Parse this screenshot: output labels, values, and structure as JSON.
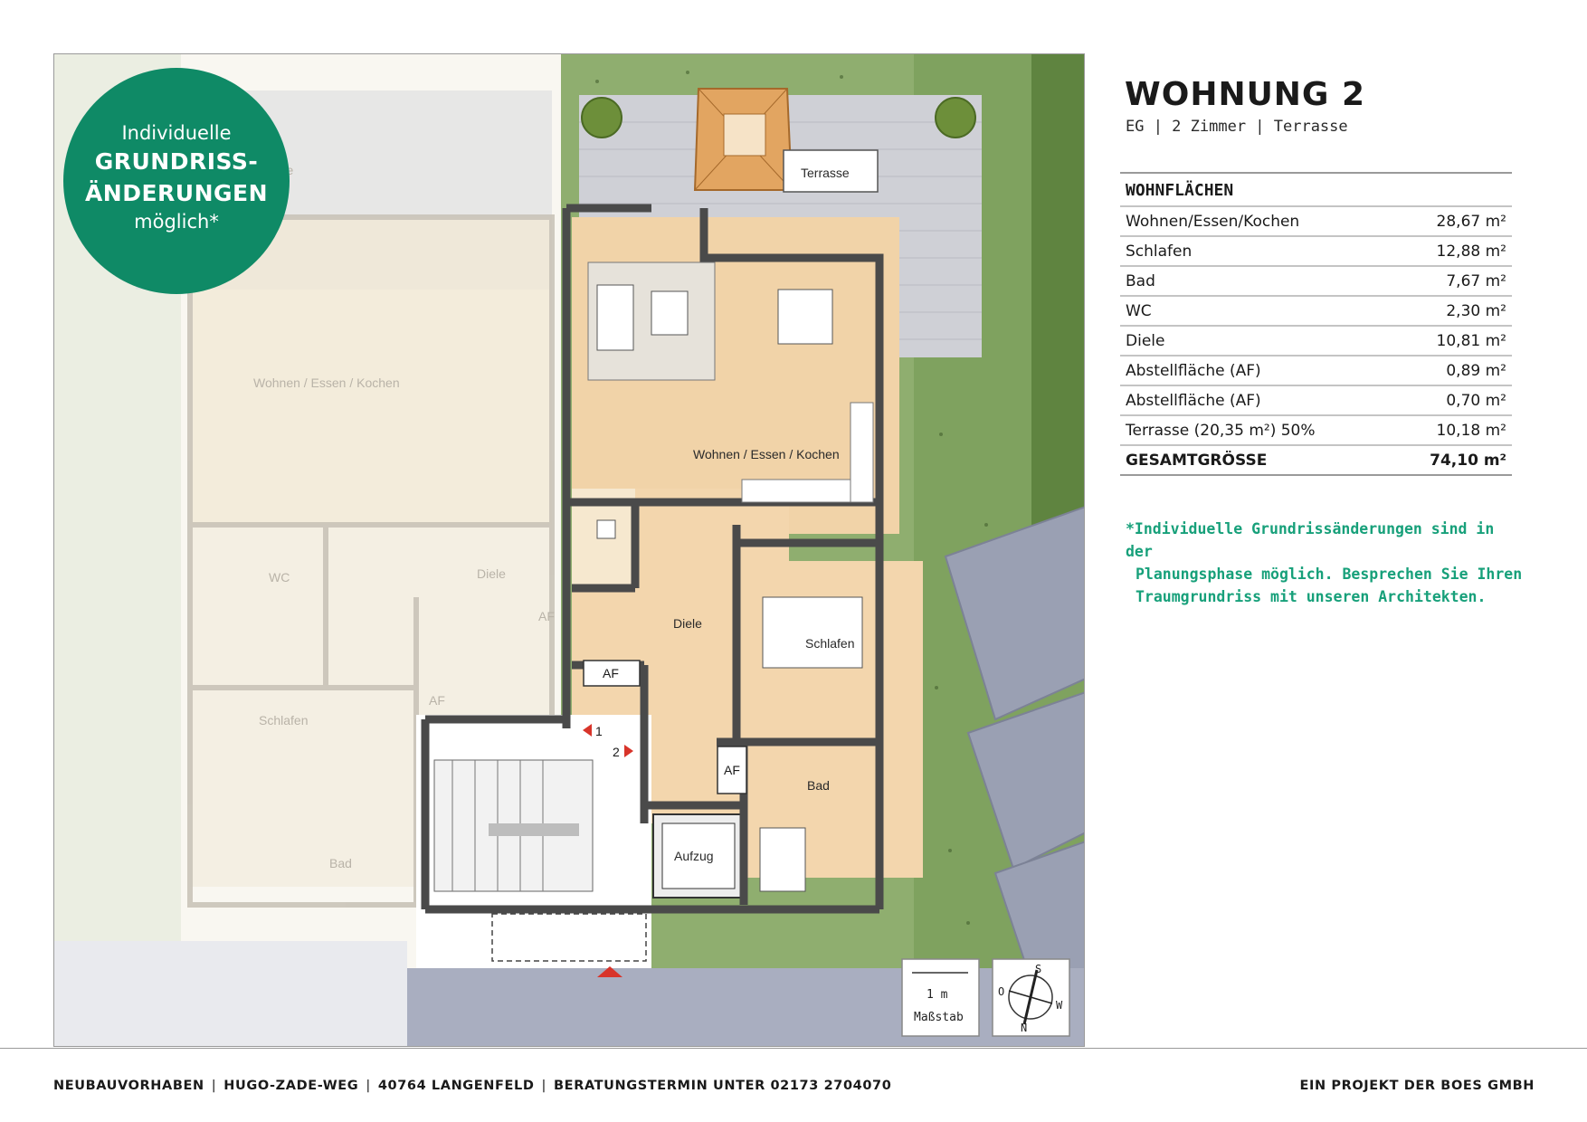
{
  "badge": {
    "line1": "Individuelle",
    "line2": "GRUNDRISS-",
    "line3": "ÄNDERUNGEN",
    "line4": "möglich*",
    "color": "#0f8a66"
  },
  "header": {
    "title": "WOHNUNG 2",
    "subtitle": "EG | 2 Zimmer | Terrasse"
  },
  "areas": {
    "heading": "WOHNFLÄCHEN",
    "rows": [
      {
        "label": "Wohnen/Essen/Kochen",
        "value": "28,67 m²"
      },
      {
        "label": "Schlafen",
        "value": "12,88 m²"
      },
      {
        "label": "Bad",
        "value": "7,67 m²"
      },
      {
        "label": "WC",
        "value": "2,30 m²"
      },
      {
        "label": "Diele",
        "value": "10,81 m²"
      },
      {
        "label": "Abstellfläche (AF)",
        "value": "0,89 m²"
      },
      {
        "label": "Abstellfläche (AF)",
        "value": "0,70 m²"
      },
      {
        "label": "Terrasse (20,35 m²) 50%",
        "value": "10,18 m²"
      }
    ],
    "total_label": "GESAMTGRÖSSE",
    "total_value": "74,10 m²"
  },
  "note": {
    "line1": "*Individuelle Grundrissänderungen sind in der",
    "line2": "Planungsphase möglich. Besprechen Sie Ihren",
    "line3": "Traumgrundriss mit unseren Architekten.",
    "color": "#17a07a"
  },
  "plan": {
    "rooms": {
      "terrasse": "Terrasse",
      "wohnen": "Wohnen / Essen / Kochen",
      "diele": "Diele",
      "schlafen": "Schlafen",
      "bad": "Bad",
      "af1": "AF",
      "af2": "AF",
      "aufzug": "Aufzug",
      "entry1": "1",
      "entry2": "2"
    },
    "ghost_rooms": {
      "terrasse": "rasse",
      "wohnen": "Wohnen / Essen / Kochen",
      "wc": "WC",
      "diele": "Diele",
      "af1": "AF",
      "af2": "AF",
      "schlafen": "Schlafen",
      "bad": "Bad"
    },
    "scale": {
      "value": "1 m",
      "label": "Maßstab"
    },
    "compass": {
      "n": "N",
      "s": "S",
      "o": "O",
      "w": "W"
    }
  },
  "footer": {
    "items": [
      "NEUBAUVORHABEN",
      "HUGO-ZADE-WEG",
      "40764 LANGENFELD",
      "BERATUNGSTERMIN UNTER 02173 2704070"
    ],
    "right": "EIN PROJEKT DER BOES GMBH"
  }
}
